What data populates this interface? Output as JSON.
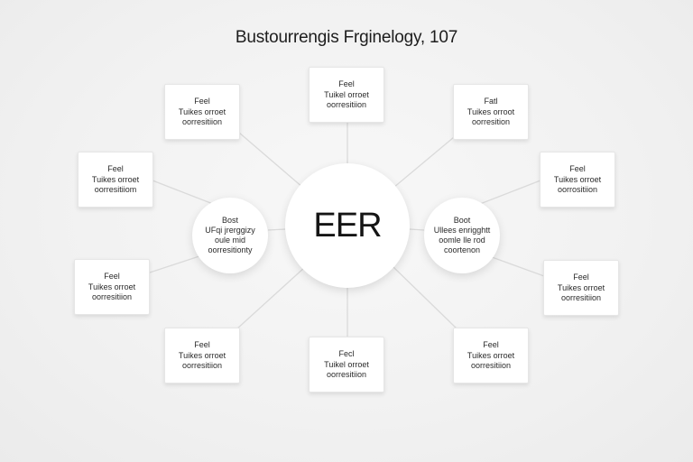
{
  "title": "Bustourrengis Frginelogy, 107",
  "center": {
    "label": "EER"
  },
  "side_hubs": [
    {
      "id": "left",
      "title": "Bost",
      "line1": "UFqi jrerggizy",
      "line2": "oule mid",
      "line3": "oorresitionty"
    },
    {
      "id": "right",
      "title": "Boot",
      "line1": "Ullees enrigghtt",
      "line2": "oomle lle rod",
      "line3": "coortenon"
    }
  ],
  "cards": [
    {
      "id": "top-left",
      "title": "Feel",
      "line1": "Tuikes orroet",
      "line2": "oorresitiion"
    },
    {
      "id": "top-center",
      "title": "Feel",
      "line1": "Tuikel orroet",
      "line2": "oorresitiion"
    },
    {
      "id": "top-right",
      "title": "Fatl",
      "line1": "Tuikes orroot",
      "line2": "oorresition"
    },
    {
      "id": "mid-left-upper",
      "title": "Feel",
      "line1": "Tuikes orroet",
      "line2": "oorresitiiom"
    },
    {
      "id": "mid-right-upper",
      "title": "Feel",
      "line1": "Tuikes orroet",
      "line2": "oorrositiion"
    },
    {
      "id": "mid-left-lower",
      "title": "Feel",
      "line1": "Tuikes orroet",
      "line2": "oorresitiion"
    },
    {
      "id": "mid-right-lower",
      "title": "Feel",
      "line1": "Tuikes orroet",
      "line2": "oorresitiion"
    },
    {
      "id": "bottom-left",
      "title": "Feel",
      "line1": "Tuikes orroet",
      "line2": "oorresitiion"
    },
    {
      "id": "bottom-center",
      "title": "Fecl",
      "line1": "Tuikel orroet",
      "line2": "oorresitiion"
    },
    {
      "id": "bottom-right",
      "title": "Feel",
      "line1": "Tuikes orroet",
      "line2": "oorresitiion"
    }
  ],
  "colors": {
    "background": "#f1f1f1",
    "card": "#ffffff",
    "connector": "#dedede",
    "text": "#222222"
  }
}
